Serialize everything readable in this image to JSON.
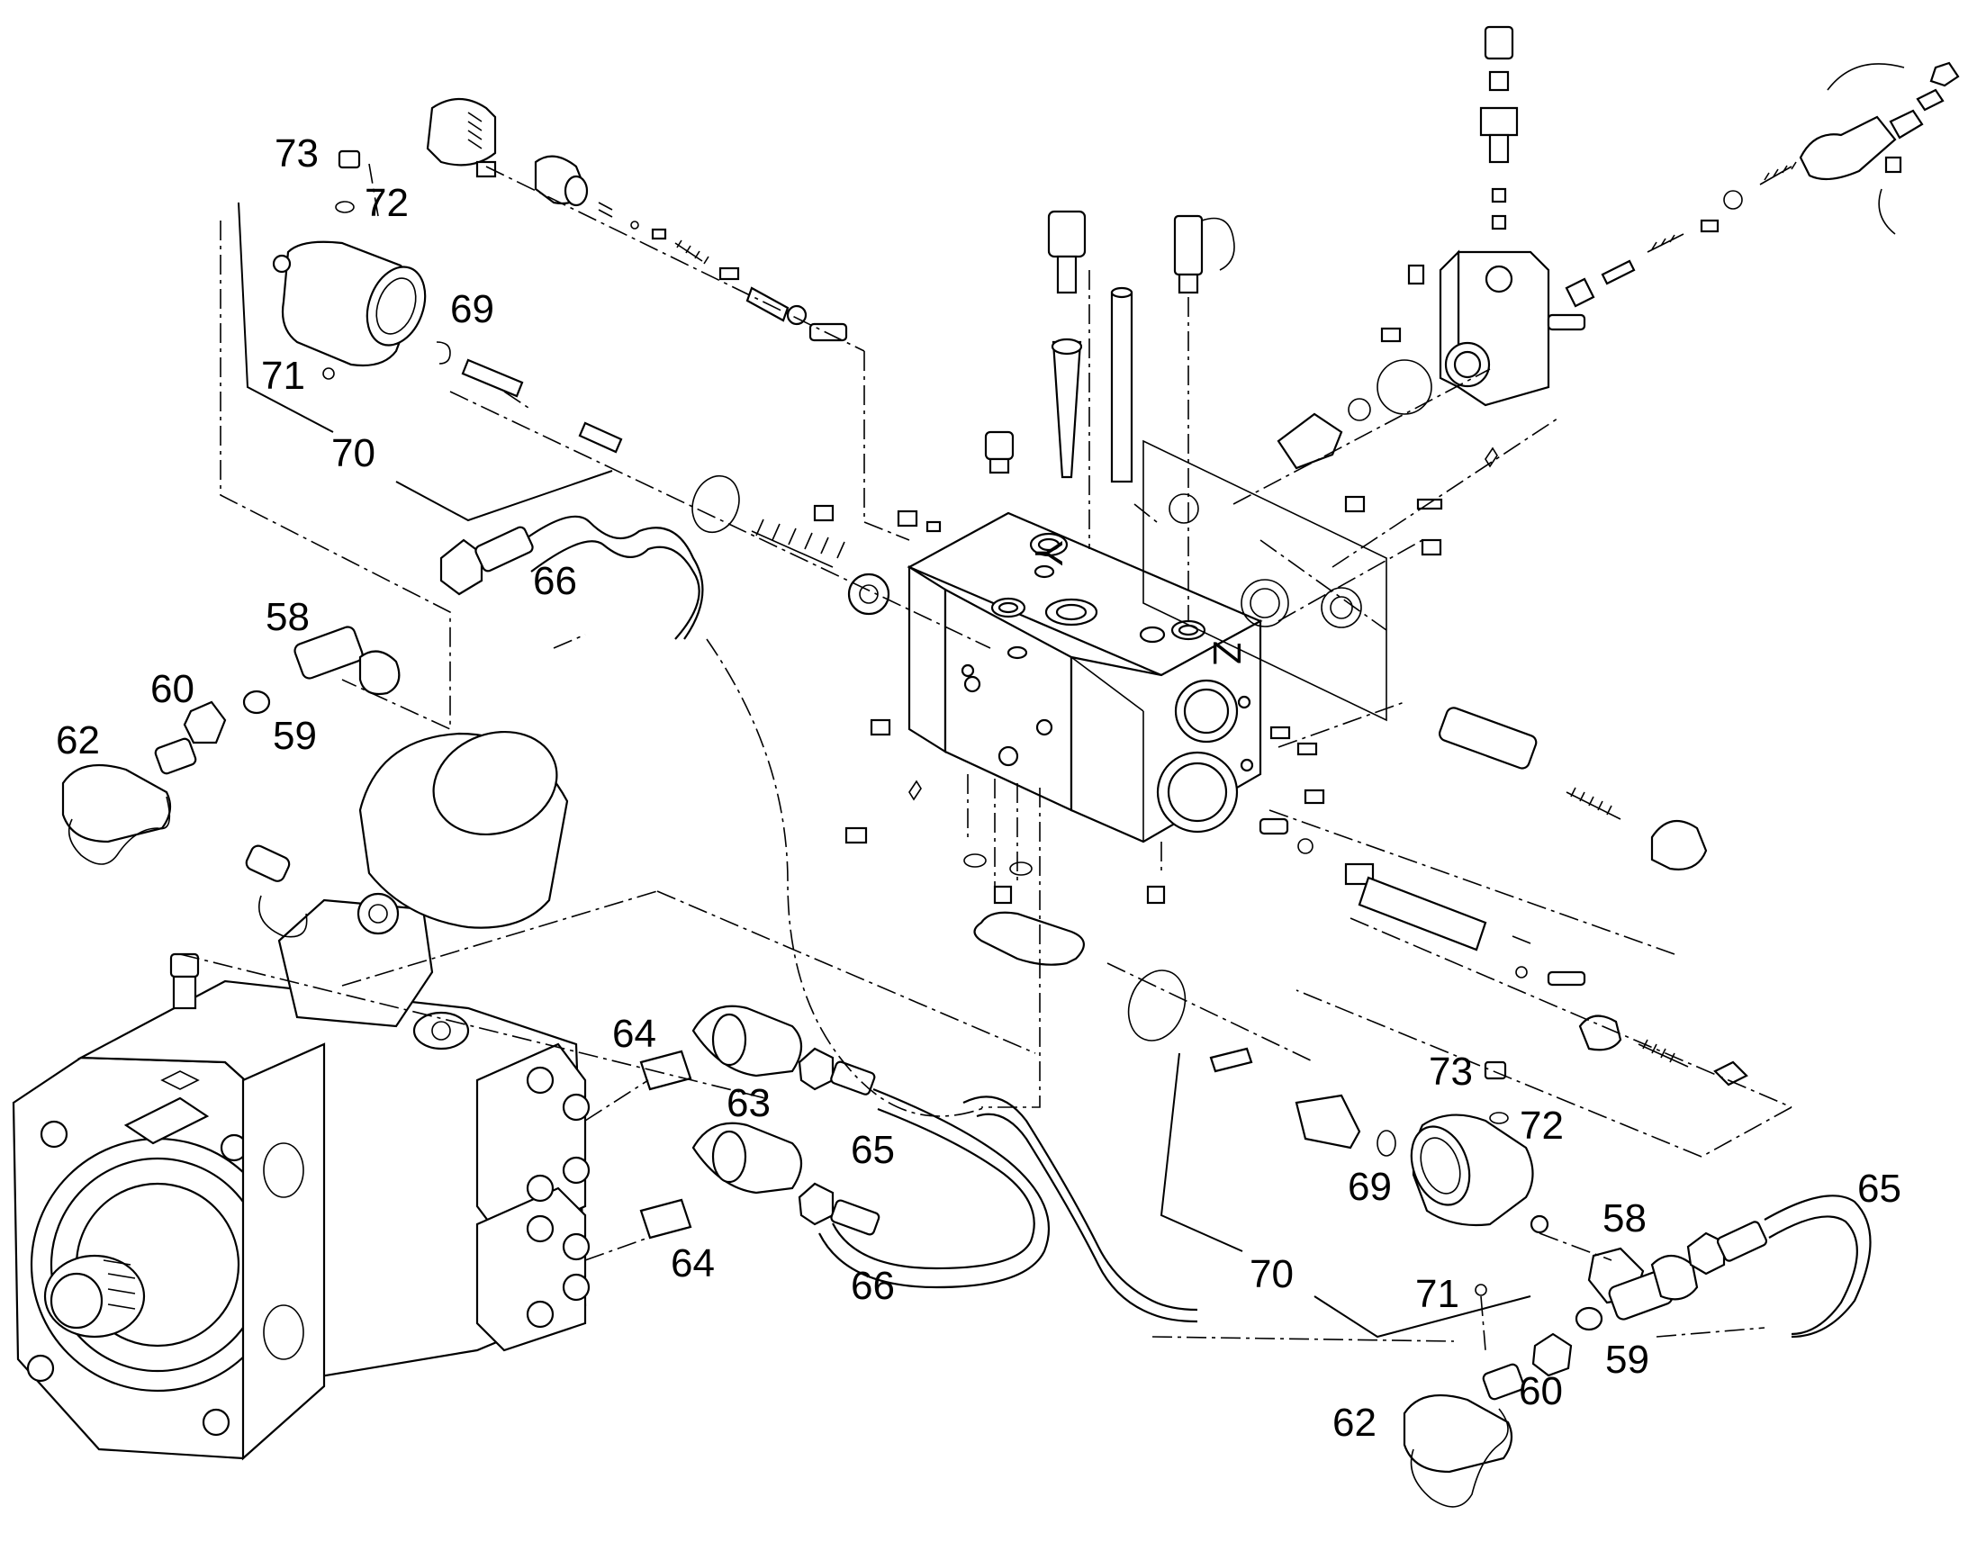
{
  "callouts": {
    "c73a": "73",
    "c72a": "72",
    "c69a": "69",
    "c71a": "71",
    "c70a": "70",
    "c66a": "66",
    "c58a": "58",
    "c60a": "60",
    "c59a": "59",
    "c62a": "62",
    "c64a": "64",
    "c63": "63",
    "c65a": "65",
    "c64b": "64",
    "c66b": "66",
    "c73b": "73",
    "c72b": "72",
    "c69b": "69",
    "c70b": "70",
    "c71b": "71",
    "c58b": "58",
    "c65b": "65",
    "c59b": "59",
    "c60b": "60",
    "c62b": "62"
  },
  "block_marks": {
    "y": "Y",
    "z": "Z"
  }
}
